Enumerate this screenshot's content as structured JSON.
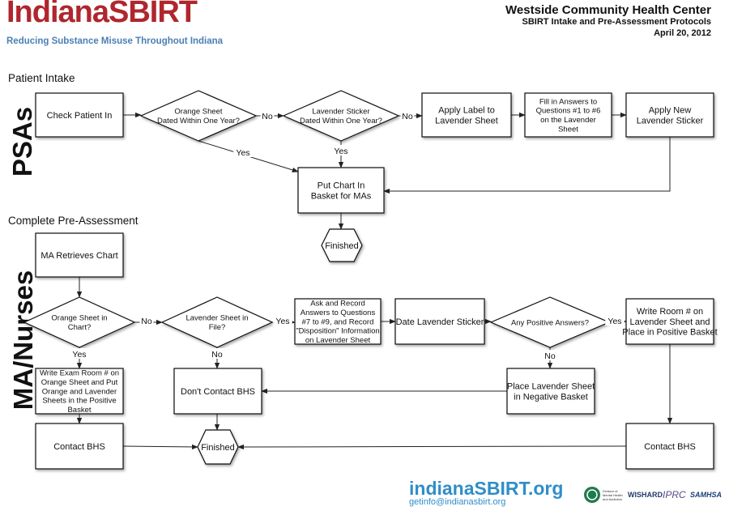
{
  "brand": {
    "title": "IndianaSBIRT",
    "tagline": "Reducing Substance Misuse Throughout Indiana"
  },
  "header": {
    "org": "Westside Community Health Center",
    "subtitle": "SBIRT Intake and Pre-Assessment Protocols",
    "date": "April 20, 2012"
  },
  "sections": {
    "intake": "Patient Intake",
    "preassess": "Complete Pre-Assessment"
  },
  "lanes": {
    "psas": "PSAs",
    "ma": "MA/Nurses"
  },
  "nodes": [
    {
      "id": "check_in",
      "shape": "rect",
      "lines": [
        "Check Patient In"
      ]
    },
    {
      "id": "orange_dated",
      "shape": "diamond",
      "lines": [
        "Orange Sheet",
        "Dated Within One Year?"
      ]
    },
    {
      "id": "lav_dated",
      "shape": "diamond",
      "lines": [
        "Lavender Sticker",
        "Dated Within One Year?"
      ]
    },
    {
      "id": "apply_label",
      "shape": "rect",
      "lines": [
        "Apply Label to",
        "Lavender Sheet"
      ]
    },
    {
      "id": "fill_answers",
      "shape": "rect",
      "lines": [
        "Fill in Answers to",
        "Questions #1 to #6",
        "on the Lavender",
        "Sheet"
      ]
    },
    {
      "id": "apply_sticker",
      "shape": "rect",
      "lines": [
        "Apply New",
        "Lavender Sticker"
      ]
    },
    {
      "id": "put_chart",
      "shape": "rect",
      "lines": [
        "Put Chart In",
        "Basket for MAs"
      ]
    },
    {
      "id": "finished1",
      "shape": "hex",
      "lines": [
        "Finished"
      ]
    },
    {
      "id": "ma_retrieves",
      "shape": "rect",
      "lines": [
        "MA Retrieves Chart"
      ]
    },
    {
      "id": "orange_in_chart",
      "shape": "diamond",
      "lines": [
        "Orange Sheet in",
        "Chart?"
      ]
    },
    {
      "id": "lav_in_file",
      "shape": "diamond",
      "lines": [
        "Lavender Sheet in",
        "File?"
      ]
    },
    {
      "id": "ask_record",
      "shape": "rect",
      "lines": [
        "Ask and Record",
        "Answers to Questions",
        "#7 to #9, and Record",
        "\"Disposition\" Information",
        "on Lavender Sheet"
      ]
    },
    {
      "id": "date_sticker",
      "shape": "rect",
      "lines": [
        "Date Lavender Sticker"
      ]
    },
    {
      "id": "any_positive",
      "shape": "diamond",
      "lines": [
        "Any Positive Answers?"
      ]
    },
    {
      "id": "write_room_pos",
      "shape": "rect",
      "lines": [
        "Write Room # on",
        "Lavender Sheet and",
        "Place in Positive Basket"
      ]
    },
    {
      "id": "write_exam",
      "shape": "rect",
      "lines": [
        "Write Exam Room # on",
        "Orange Sheet and Put",
        "Orange and Lavender",
        "Sheets in the Positive",
        "Basket"
      ]
    },
    {
      "id": "dont_contact",
      "shape": "rect",
      "lines": [
        "Don't Contact BHS"
      ]
    },
    {
      "id": "place_negative",
      "shape": "rect",
      "lines": [
        "Place Lavender Sheet",
        "in Negative Basket"
      ]
    },
    {
      "id": "contact_bhs_left",
      "shape": "rect",
      "lines": [
        "Contact BHS"
      ]
    },
    {
      "id": "finished2",
      "shape": "hex",
      "lines": [
        "Finished"
      ]
    },
    {
      "id": "contact_bhs_right",
      "shape": "rect",
      "lines": [
        "Contact BHS"
      ]
    }
  ],
  "edges": [
    {
      "from": "check_in",
      "to": "orange_dated",
      "label": ""
    },
    {
      "from": "orange_dated",
      "to": "lav_dated",
      "label": "No"
    },
    {
      "from": "lav_dated",
      "to": "apply_label",
      "label": "No"
    },
    {
      "from": "apply_label",
      "to": "fill_answers",
      "label": ""
    },
    {
      "from": "fill_answers",
      "to": "apply_sticker",
      "label": ""
    },
    {
      "from": "apply_sticker",
      "to": "put_chart",
      "label": ""
    },
    {
      "from": "orange_dated",
      "to": "put_chart",
      "label": "Yes"
    },
    {
      "from": "lav_dated",
      "to": "put_chart",
      "label": "Yes"
    },
    {
      "from": "put_chart",
      "to": "finished1",
      "label": ""
    },
    {
      "from": "ma_retrieves",
      "to": "orange_in_chart",
      "label": ""
    },
    {
      "from": "orange_in_chart",
      "to": "lav_in_file",
      "label": "No"
    },
    {
      "from": "lav_in_file",
      "to": "ask_record",
      "label": "Yes"
    },
    {
      "from": "ask_record",
      "to": "date_sticker",
      "label": ""
    },
    {
      "from": "date_sticker",
      "to": "any_positive",
      "label": ""
    },
    {
      "from": "any_positive",
      "to": "write_room_pos",
      "label": "Yes"
    },
    {
      "from": "orange_in_chart",
      "to": "write_exam",
      "label": "Yes"
    },
    {
      "from": "lav_in_file",
      "to": "dont_contact",
      "label": "No"
    },
    {
      "from": "any_positive",
      "to": "place_negative",
      "label": "No"
    },
    {
      "from": "place_negative",
      "to": "dont_contact",
      "label": ""
    },
    {
      "from": "write_exam",
      "to": "contact_bhs_left",
      "label": ""
    },
    {
      "from": "write_room_pos",
      "to": "contact_bhs_right",
      "label": ""
    },
    {
      "from": "contact_bhs_left",
      "to": "finished2",
      "label": ""
    },
    {
      "from": "dont_contact",
      "to": "finished2",
      "label": ""
    },
    {
      "from": "contact_bhs_right",
      "to": "finished2",
      "label": ""
    }
  ],
  "footer": {
    "url": "indianaSBIRT.org",
    "email": "getinfo@indianasbirt.org"
  },
  "logos": [
    {
      "icon": "dmha-seal-icon",
      "text": "Division of Mental Health and Addiction"
    },
    {
      "icon": "wishard-icon",
      "text": "WISHARD"
    },
    {
      "icon": "iprc-icon",
      "text": "IPRC"
    },
    {
      "icon": "samhsa-icon",
      "text": "SAMHSA"
    }
  ]
}
